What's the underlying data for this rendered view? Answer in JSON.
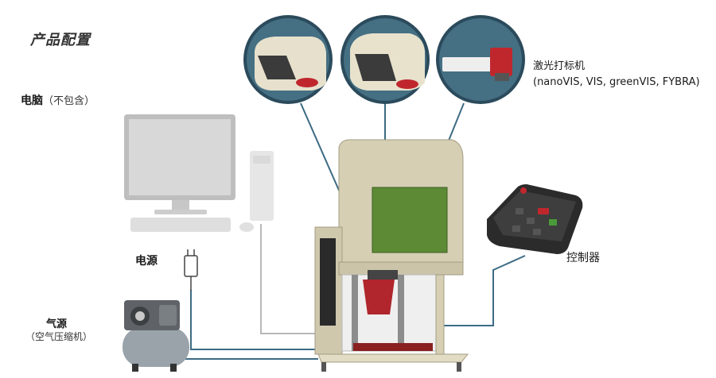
{
  "title": "产品配置",
  "computer": {
    "label": "电脑",
    "note": "（不包含）"
  },
  "power": {
    "label": "电源"
  },
  "air": {
    "label": "气源",
    "note": "（空气压缩机）"
  },
  "laser": {
    "label": "激光打标机",
    "models": "(nanoVIS, VIS, greenVIS, FYBRA)"
  },
  "controller": {
    "label": "控制器"
  },
  "colors": {
    "connector": "#3d6b84",
    "cabinet": "#d6cfb4",
    "laser_red": "#c0272d",
    "green_window": "#5c8a35"
  }
}
